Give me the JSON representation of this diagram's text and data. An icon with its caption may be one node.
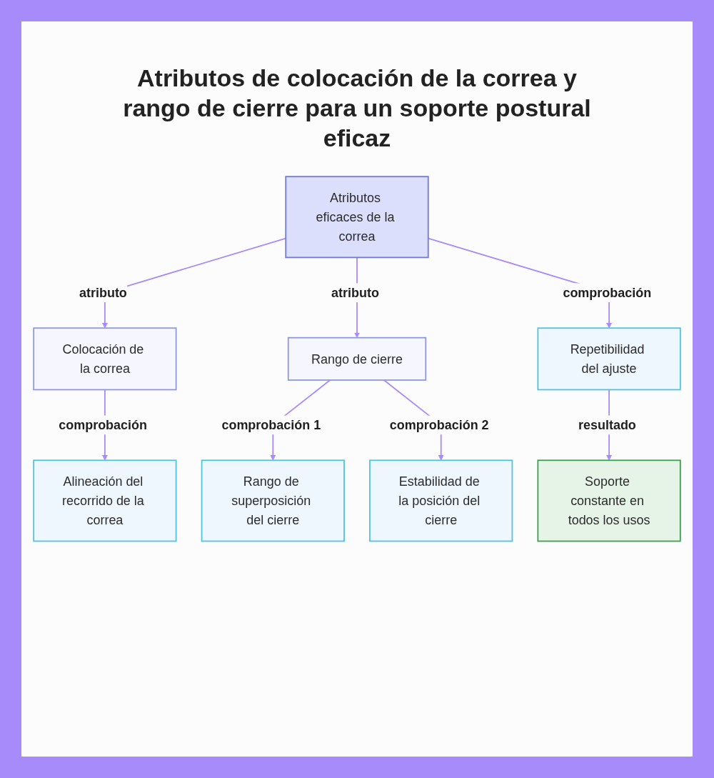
{
  "diagram": {
    "title": "Atributos de colocación de la correa y rango de cierre para un soporte postural eficaz",
    "nodes": [
      {
        "text": [
          "Atributos eficaces de la correa"
        ]
      },
      {
        "text": [
          "Colocación de la correa"
        ]
      },
      {
        "text": [
          "Rango de cierre"
        ]
      },
      {
        "text": [
          "Repetibilidad del ajuste"
        ]
      },
      {
        "text": [
          "Alineación del recorrido de la correa"
        ]
      },
      {
        "text": [
          "Rango de superposición del cierre"
        ]
      },
      {
        "text": [
          "Estabilidad de la posición del cierre"
        ]
      },
      {
        "text": [
          "Soporte constante en todos los usos"
        ]
      }
    ],
    "edges": [
      {
        "from": 0,
        "to": 1,
        "arrow": "to",
        "label": "atributo"
      },
      {
        "from": 0,
        "to": 2,
        "arrow": "to",
        "label": "atributo"
      },
      {
        "from": 0,
        "to": 3,
        "arrow": "to",
        "label": "comprobación"
      },
      {
        "from": 1,
        "to": 4,
        "arrow": "to",
        "label": "comprobación"
      },
      {
        "from": 2,
        "to": 5,
        "arrow": "to",
        "label": "comprobación 1"
      },
      {
        "from": 2,
        "to": 6,
        "arrow": "to",
        "label": "comprobación 2"
      },
      {
        "from": 3,
        "to": 7,
        "arrow": "to",
        "label": "resultado"
      }
    ]
  }
}
